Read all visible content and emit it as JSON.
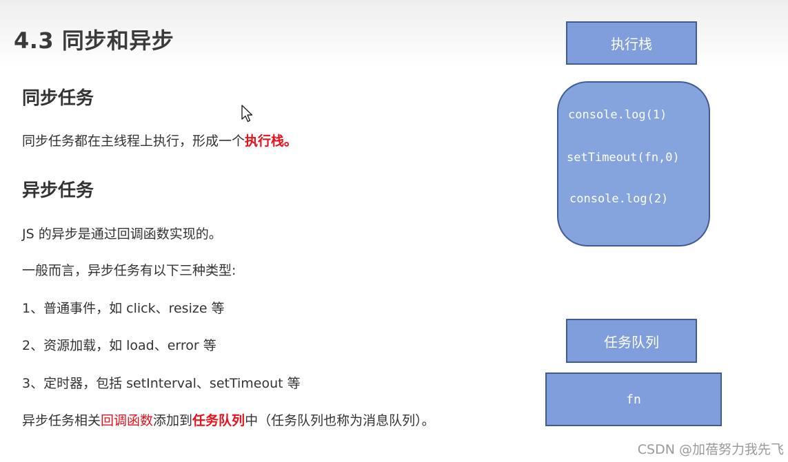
{
  "slide": {
    "title": "4.3 同步和异步"
  },
  "sync": {
    "heading": "同步任务",
    "text_prefix": "同步任务都在主线程上执行，形成一个",
    "text_highlight": "执行栈。"
  },
  "async": {
    "heading": "异步任务",
    "line1": "JS 的异步是通过回调函数实现的。",
    "line2": "一般而言，异步任务有以下三种类型:",
    "item1": "1、普通事件，如 click、resize 等",
    "item2": "2、资源加载，如 load、error 等",
    "item3": "3、定时器，包括 setInterval、setTimeout 等",
    "summary_part1": "异步任务相关",
    "summary_hl1": "回调函数",
    "summary_part2": "添加到",
    "summary_hl2": "任务队列",
    "summary_part3": "中（任务队列也称为消息队列）。"
  },
  "diagram": {
    "stack_label": "执行栈",
    "stack_lines": [
      "console.log(1)",
      "setTimeout(fn,0)",
      "console.log(2)"
    ],
    "queue_label": "任务队列",
    "queue_item": "fn",
    "box_fill": "#7f9edb",
    "box_border": "#3e5b94"
  },
  "watermark": "CSDN @加蓓努力我先飞",
  "icons": {
    "cursor": "mouse-pointer-icon"
  }
}
